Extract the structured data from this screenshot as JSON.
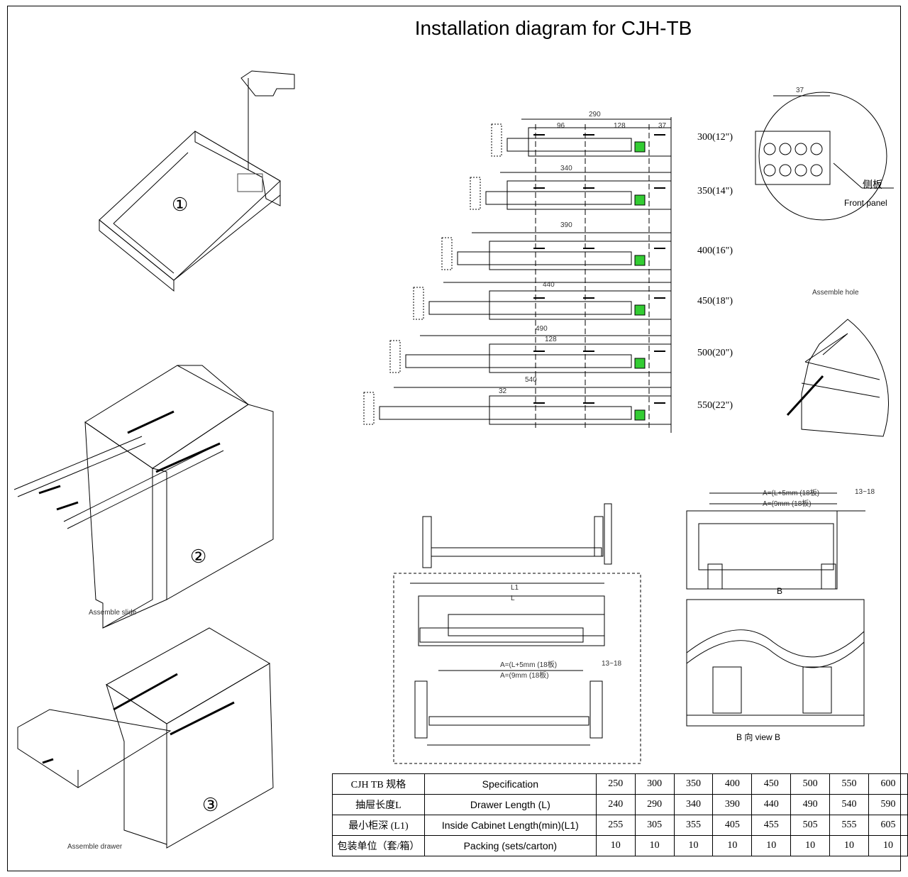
{
  "title": "Installation diagram for CJH-TB",
  "steps": [
    "①",
    "②",
    "③"
  ],
  "captions": {
    "slide": "Assemble slide",
    "drawer": "Assemble drawer",
    "hole": "Assemble hole"
  },
  "sizes": [
    "300(12\")",
    "350(14\")",
    "400(16\")",
    "450(18\")",
    "500(20\")",
    "550(22\")"
  ],
  "dims": {
    "lengths": [
      "290",
      "340",
      "390",
      "440",
      "490",
      "540"
    ],
    "d96": "96",
    "d128": "128",
    "d37": "37",
    "d32": "32",
    "d9": "9"
  },
  "detail": {
    "cn": "侧板",
    "en": "Front panel"
  },
  "formulas": {
    "a1": "A=(L+5mm (18板)",
    "a2": "A=(9mm (18板)",
    "gap": "13~18",
    "b": "B",
    "view": "B  向  view B",
    "l1": "L1",
    "l": "L"
  },
  "table": {
    "rows": [
      {
        "cn": "CJH TB 规格",
        "en": "Specification",
        "values": [
          "250",
          "300",
          "350",
          "400",
          "450",
          "500",
          "550",
          "600"
        ]
      },
      {
        "cn": "抽屉长度L",
        "en": "Drawer Length (L)",
        "values": [
          "240",
          "290",
          "340",
          "390",
          "440",
          "490",
          "540",
          "590"
        ]
      },
      {
        "cn": "最小柜深 (L1)",
        "en": "Inside Cabinet Length(min)(L1)",
        "values": [
          "255",
          "305",
          "355",
          "405",
          "455",
          "505",
          "555",
          "605"
        ]
      },
      {
        "cn": "包装单位（套/箱）",
        "en": "Packing (sets/carton)",
        "values": [
          "10",
          "10",
          "10",
          "10",
          "10",
          "10",
          "10",
          "10"
        ]
      }
    ]
  }
}
